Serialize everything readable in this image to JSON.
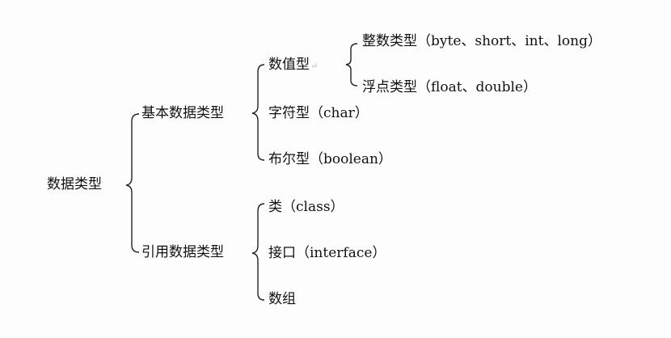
{
  "root": "数据类型",
  "primitive": {
    "label": "基本数据类型",
    "numeric": {
      "label": "数值型",
      "return_mark": "↵",
      "integer": "整数类型（byte、short、int、long）",
      "float": "浮点类型（float、double）"
    },
    "char": "字符型（char）",
    "boolean": "布尔型（boolean）"
  },
  "reference": {
    "label": "引用数据类型",
    "class": "类（class）",
    "interface": "接口（interface）",
    "array": "数组"
  }
}
